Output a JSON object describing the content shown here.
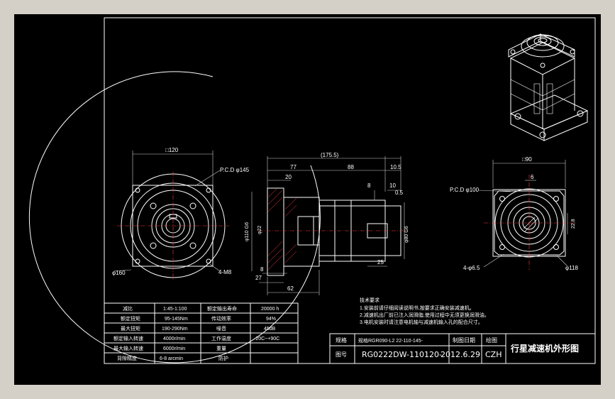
{
  "dims_front": {
    "width_top": "□120",
    "pcd": "P.C.D φ145",
    "dia_outer": "φ160",
    "holes": "4-M8"
  },
  "dims_side": {
    "total": "(175.5)",
    "seg_a": "77",
    "seg_b": "88",
    "seg_c": "10.5",
    "flange_w": "20",
    "d1": "8",
    "d2": "10",
    "d3": "0.5",
    "dia_left": "φ110 G6",
    "dia_inner": "φ22",
    "dia_right": "φ80 G6",
    "r_small": "25",
    "b1": "8",
    "b2": "27",
    "b3": "62"
  },
  "dims_back": {
    "square": "□90",
    "key": "6",
    "pcd": "P.C.D φ100",
    "holes": "4-φ6.5",
    "dia": "φ118",
    "shaft": "22.8"
  },
  "notes": [
    "技术要求",
    "1.安装前请仔细阅读说明书,按要求正确安装减速机。",
    "2.减速机出厂前已注入润滑脂,使用过程中无须更换润滑油。",
    "3.电机安装时请注意电机轴与减速机输入孔的配合尺寸。"
  ],
  "spec_table": [
    [
      "减比",
      "1:45-1:100",
      "额定输出寿命",
      "20000 h"
    ],
    [
      "额定扭矩",
      "95-145Nm",
      "传动效率",
      "94%"
    ],
    [
      "最大扭矩",
      "190-290Nm",
      "噪音",
      "45dB"
    ],
    [
      "额定输入转速",
      "4000r/min",
      "工作温度",
      "-20C~+90C"
    ],
    [
      "最大输入转速",
      "6000r/min",
      "重量",
      ""
    ],
    [
      "背隙精度",
      "6-8 arcmin",
      "防护",
      ""
    ]
  ],
  "title_block": {
    "r1_label": "规格",
    "r1_spec": "规格RGR090-L2 22-110-145-",
    "r1_date_label": "制图日期",
    "r1_draw_label": "绘图",
    "r2_label": "图号",
    "r2_code": "RG0222DW-110120-",
    "r2_date": "2012.6.29",
    "r2_author": "CZH",
    "title": "行星减速机外形图"
  }
}
